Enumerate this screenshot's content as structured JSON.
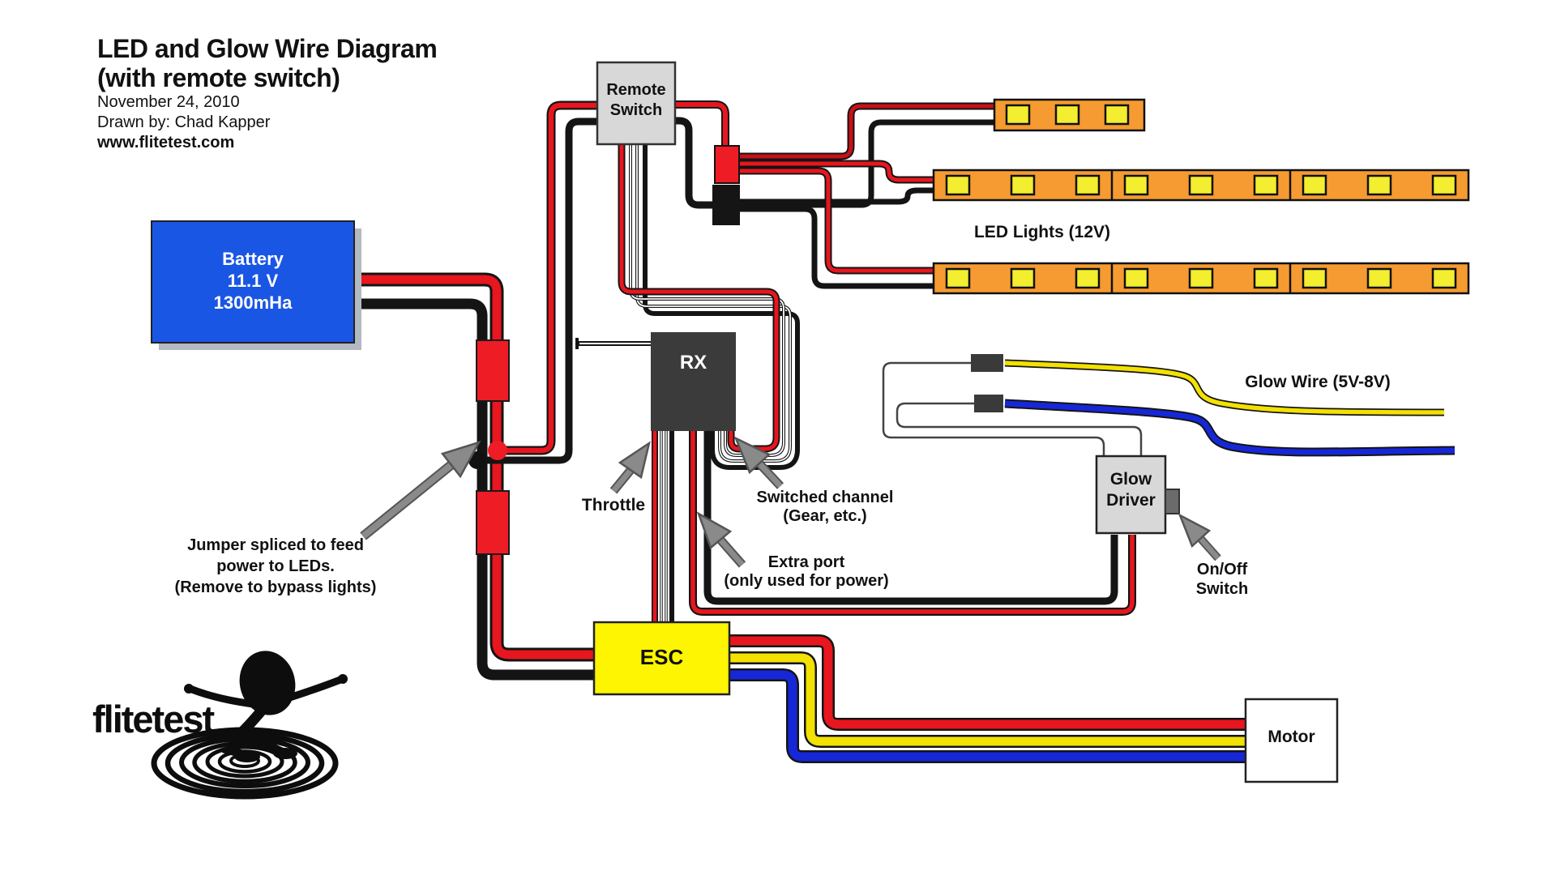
{
  "title": {
    "heading_line1": "LED and Glow Wire Diagram",
    "heading_line2": "(with remote switch)",
    "date": "November 24, 2010",
    "author": "Drawn by: Chad Kapper",
    "website": "www.flitetest.com"
  },
  "components": {
    "battery": {
      "line1": "Battery",
      "line2": "11.1 V",
      "line3": "1300mHa"
    },
    "remote_switch": {
      "line1": "Remote",
      "line2": "Switch"
    },
    "rx": {
      "label": "RX"
    },
    "esc": {
      "label": "ESC"
    },
    "motor": {
      "label": "Motor"
    },
    "glow_driver": {
      "line1": "Glow",
      "line2": "Driver"
    }
  },
  "annotations": {
    "led_lights": "LED Lights (12V)",
    "glow_wire": "Glow Wire (5V-8V)",
    "throttle": "Throttle",
    "switched_channel_line1": "Switched channel",
    "switched_channel_line2": "(Gear, etc.)",
    "extra_port_line1": "Extra port",
    "extra_port_line2": "(only used for power)",
    "jumper_line1": "Jumper spliced to feed",
    "jumper_line2": "power to LEDs.",
    "jumper_line3": "(Remove to bypass lights)",
    "onoff_line1": "On/Off",
    "onoff_line2": "Switch"
  },
  "logo": {
    "wordmark": "flitetest"
  },
  "led_strips": {
    "row1_segments": 1,
    "row1_leds": 3,
    "row2_segments": 3,
    "row2_leds": 9,
    "row3_segments": 3,
    "row3_leds": 9
  },
  "colors": {
    "battery_blue": "#1a56e4",
    "wire_red": "#e8161e",
    "wire_black": "#141414",
    "esc_yellow": "#fdf501",
    "strip_orange": "#f59b31",
    "led_yellow": "#f3ee2f",
    "motor_wire_yellow": "#f2e102",
    "motor_wire_blue": "#1627d8",
    "box_gray": "#d8d8d8",
    "arrow_gray": "#8a8a8a"
  }
}
